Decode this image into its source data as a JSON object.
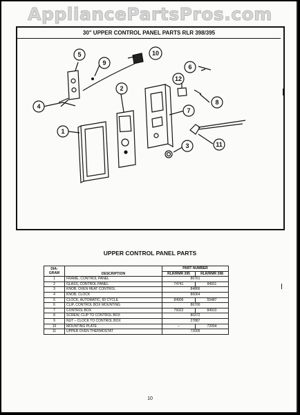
{
  "watermark": "AppliancePartsPros.com",
  "diagram": {
    "title": "30\" UPPER CONTROL PANEL PARTS RLR 398/395",
    "callouts": [
      "1",
      "2",
      "3",
      "4",
      "5",
      "6",
      "7",
      "8",
      "9",
      "10",
      "11",
      "12"
    ]
  },
  "table": {
    "title": "UPPER CONTROL PANEL PARTS",
    "headers": {
      "diagram": "DIA-GRAM",
      "description": "DESCRIPTION",
      "part_number": "PART NUMBER",
      "col_a": "RLR/RMR 395",
      "col_b": "RLR/RMR 398"
    },
    "rows": [
      {
        "dia": "1",
        "desc": "FRAME, CONTROL PANEL",
        "a": "86761",
        "b": "",
        "span": true
      },
      {
        "dia": "2",
        "desc": "GLASS, CONTROL PANEL",
        "a": "74741",
        "b": "84911",
        "span": false
      },
      {
        "dia": "3",
        "desc": "KNOB, OVEN HEAT CONTROL",
        "a": "84866",
        "b": "",
        "span": true
      },
      {
        "dia": "4",
        "desc": "KNOB, CLOCK",
        "a": "86064",
        "b": "",
        "span": true
      },
      {
        "dia": "5",
        "desc": "CLOCK, AUTOMATIC, 60 CYCLE",
        "a": "84906",
        "b": "55487",
        "span": false
      },
      {
        "dia": "6",
        "desc": "CLIP, CONTROL BOX MOUNTING",
        "a": "86700",
        "b": "",
        "span": true
      },
      {
        "dia": "7",
        "desc": "CONTROL BOX",
        "a": "75022",
        "b": "84910",
        "span": false
      },
      {
        "dia": "8",
        "desc": "SCREW, CLIP TO CONTROL BOX",
        "a": "80372",
        "b": "",
        "span": true
      },
      {
        "dia": "9",
        "desc": "NUT – CLOCK TO CONTROL BOX",
        "a": "27887",
        "b": "",
        "span": true
      },
      {
        "dia": "10",
        "desc": "MOUNTING PLATE",
        "a": "–",
        "b": "72004",
        "span": false
      },
      {
        "dia": "11",
        "desc": "UPPER OVEN THERMOSTAT",
        "a": "72005",
        "b": "",
        "span": true
      }
    ]
  },
  "page_number": "10"
}
